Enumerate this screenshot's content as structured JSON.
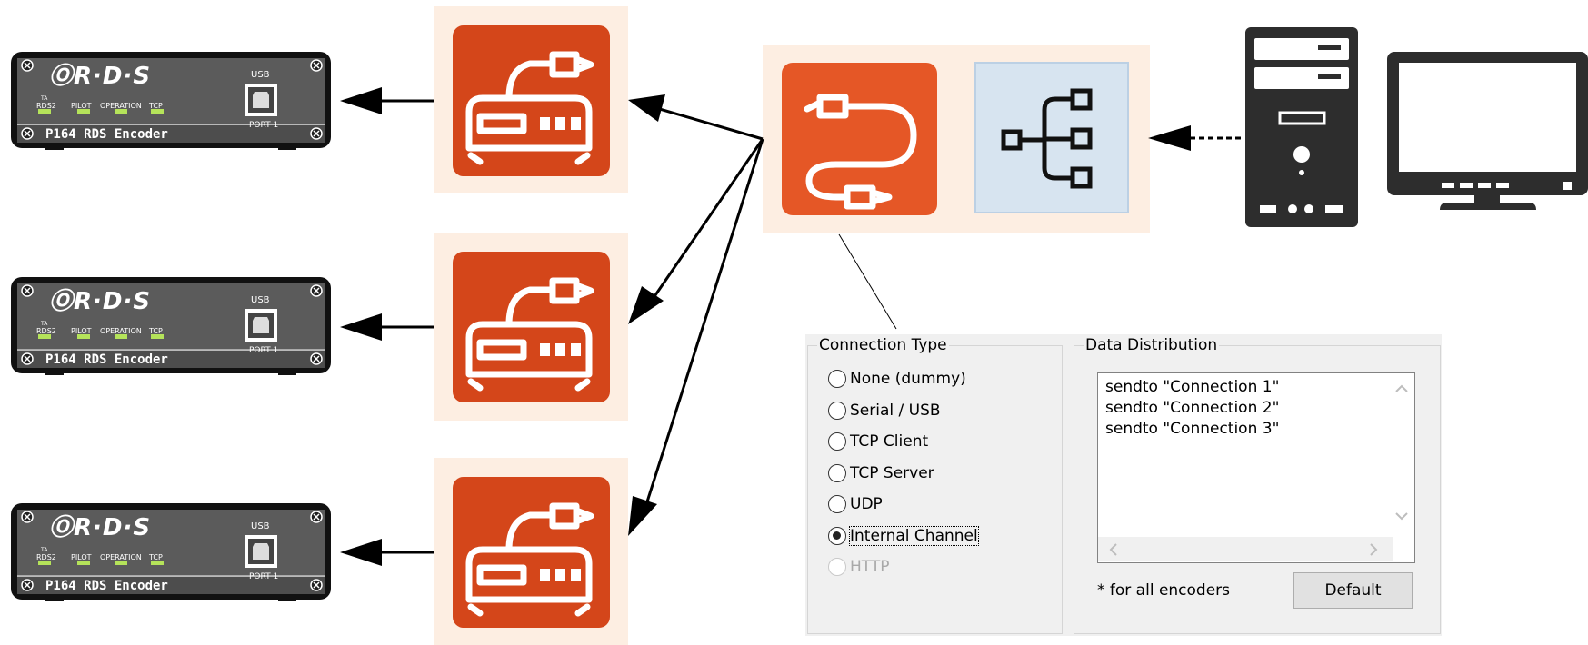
{
  "encoders": [
    {
      "logo": "ⓄR·D·S",
      "usb_label": "USB",
      "port_label": "PORT 1",
      "name": "P164 RDS Encoder",
      "ta_label": "TA",
      "leds": [
        "RDS2",
        "PILOT",
        "OPERATION",
        "TCP"
      ]
    },
    {
      "logo": "ⓄR·D·S",
      "usb_label": "USB",
      "port_label": "PORT 1",
      "name": "P164 RDS Encoder",
      "ta_label": "TA",
      "leds": [
        "RDS2",
        "PILOT",
        "OPERATION",
        "TCP"
      ]
    },
    {
      "logo": "ⓄR·D·S",
      "usb_label": "USB",
      "port_label": "PORT 1",
      "name": "P164 RDS Encoder",
      "ta_label": "TA",
      "leds": [
        "RDS2",
        "PILOT",
        "OPERATION",
        "TCP"
      ]
    }
  ],
  "icons": {
    "connection_device": "modem-device-icon",
    "cable": "cable-icon",
    "distribution": "tree-distribution-icon",
    "computer_tower": "computer-tower-icon",
    "monitor": "monitor-icon"
  },
  "colors": {
    "device_orange": "#d4461a",
    "cable_orange": "#e55726",
    "highlight_bg": "#fdeee2",
    "tree_bg": "#d7e4f0",
    "computer_dark": "#2d2d2d"
  },
  "connection_type": {
    "title": "Connection Type",
    "options": [
      {
        "label": "None (dummy)",
        "selected": false,
        "disabled": false
      },
      {
        "label": "Serial / USB",
        "selected": false,
        "disabled": false
      },
      {
        "label": "TCP Client",
        "selected": false,
        "disabled": false
      },
      {
        "label": "TCP Server",
        "selected": false,
        "disabled": false
      },
      {
        "label": "UDP",
        "selected": false,
        "disabled": false
      },
      {
        "label": "Internal Channel",
        "selected": true,
        "disabled": false
      },
      {
        "label": "HTTP",
        "selected": false,
        "disabled": true
      }
    ]
  },
  "data_distribution": {
    "title": "Data Distribution",
    "lines": [
      "sendto \"Connection 1\"",
      "sendto \"Connection 2\"",
      "sendto \"Connection 3\""
    ],
    "note": "* for all encoders",
    "default_button": "Default"
  }
}
